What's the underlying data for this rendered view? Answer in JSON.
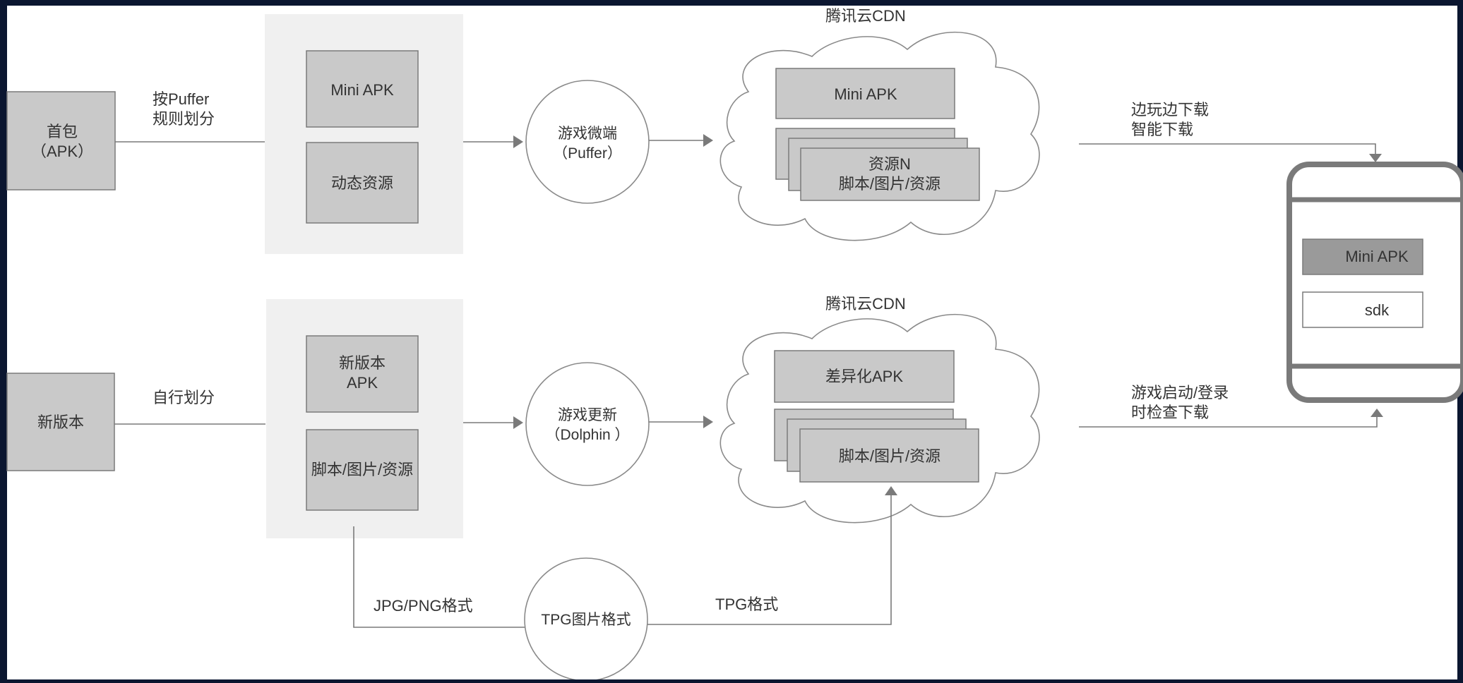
{
  "row1": {
    "source_line1": "首包",
    "source_line2": "（APK）",
    "split_line1": "按Puffer",
    "split_line2": "规则划分",
    "group_item1": "Mini APK",
    "group_item2": "动态资源",
    "service_line1": "游戏微端",
    "service_line2": "（Puffer）",
    "cdn_title": "腾讯云CDN",
    "cdn_item1": "Mini APK",
    "cdn_stack_line1": "资源N",
    "cdn_stack_line2": "脚本/图片/资源",
    "download_line1": "边玩边下载",
    "download_line2": "智能下载"
  },
  "row2": {
    "source_label": "新版本",
    "split_label": "自行划分",
    "group_item1_line1": "新版本",
    "group_item1_line2": "APK",
    "group_item2": "脚本/图片/资源",
    "service_line1": "游戏更新",
    "service_line2": "（Dolphin ）",
    "cdn_title": "腾讯云CDN",
    "cdn_item1": "差异化APK",
    "cdn_stack_label": "脚本/图片/资源",
    "download_line1": "游戏启动/登录",
    "download_line2": "时检查下载"
  },
  "image_conv": {
    "input_label": "JPG/PNG格式",
    "converter_label": "TPG图片格式",
    "output_label": "TPG格式"
  },
  "device": {
    "app_label": "Mini APK",
    "sdk_label": "sdk"
  }
}
